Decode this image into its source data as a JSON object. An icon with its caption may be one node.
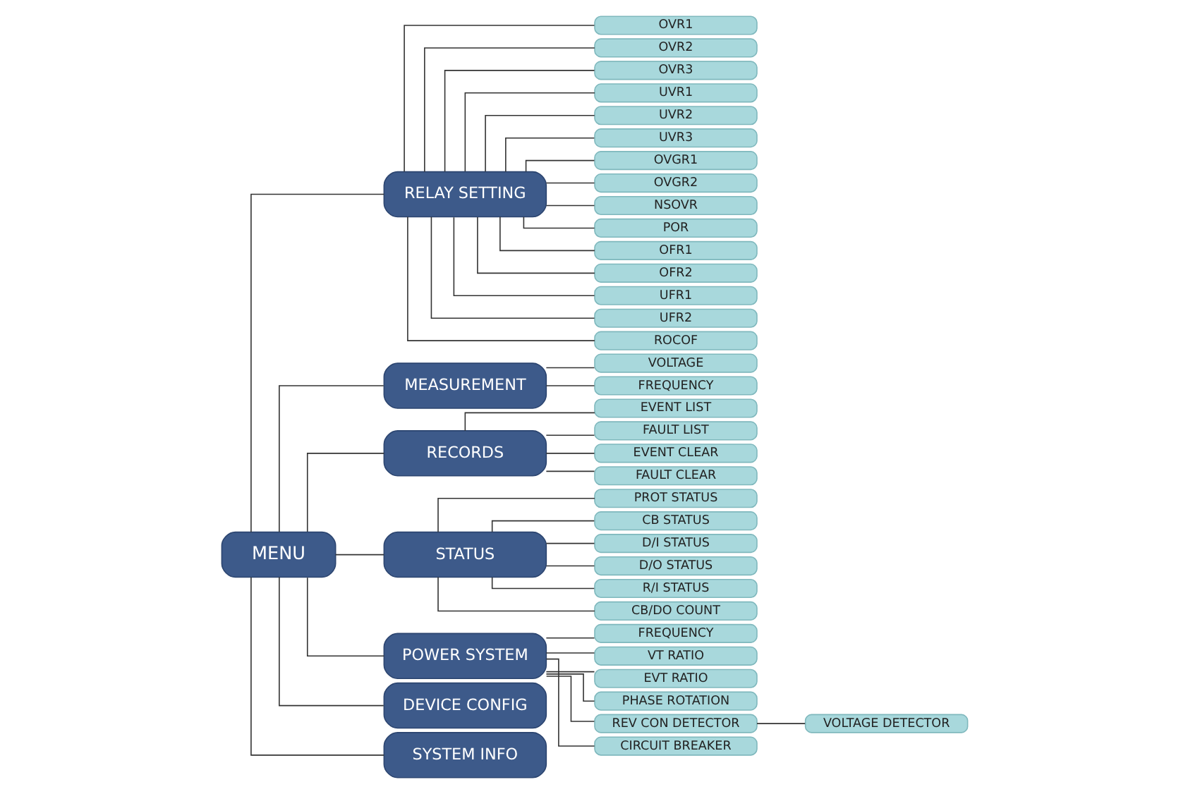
{
  "diagram": {
    "nodes": [
      {
        "text": [
          "MENU"
        ]
      },
      {
        "text": [
          "RELAY SETTING"
        ]
      },
      {
        "text": [
          "OVR1"
        ]
      },
      {
        "text": [
          "OVR2"
        ]
      },
      {
        "text": [
          "OVR3"
        ]
      },
      {
        "text": [
          "UVR1"
        ]
      },
      {
        "text": [
          "UVR2"
        ]
      },
      {
        "text": [
          "UVR3"
        ]
      },
      {
        "text": [
          "OVGR1"
        ]
      },
      {
        "text": [
          "OVGR2"
        ]
      },
      {
        "text": [
          "NSOVR"
        ]
      },
      {
        "text": [
          "POR"
        ]
      },
      {
        "text": [
          "OFR1"
        ]
      },
      {
        "text": [
          "OFR2"
        ]
      },
      {
        "text": [
          "UFR1"
        ]
      },
      {
        "text": [
          "UFR2"
        ]
      },
      {
        "text": [
          "ROCOF"
        ]
      },
      {
        "text": [
          "MEASUREMENT"
        ]
      },
      {
        "text": [
          "VOLTAGE"
        ]
      },
      {
        "text": [
          "FREQUENCY"
        ]
      },
      {
        "text": [
          "RECORDS"
        ]
      },
      {
        "text": [
          "EVENT LIST"
        ]
      },
      {
        "text": [
          "FAULT LIST"
        ]
      },
      {
        "text": [
          "EVENT CLEAR"
        ]
      },
      {
        "text": [
          "FAULT CLEAR"
        ]
      },
      {
        "text": [
          "STATUS"
        ]
      },
      {
        "text": [
          "PROT STATUS"
        ]
      },
      {
        "text": [
          "CB STATUS"
        ]
      },
      {
        "text": [
          "D/I STATUS"
        ]
      },
      {
        "text": [
          "D/O STATUS"
        ]
      },
      {
        "text": [
          "R/I STATUS"
        ]
      },
      {
        "text": [
          "CB/DO COUNT"
        ]
      },
      {
        "text": [
          "POWER SYSTEM"
        ]
      },
      {
        "text": [
          "FREQUENCY"
        ]
      },
      {
        "text": [
          "VT RATIO"
        ]
      },
      {
        "text": [
          "EVT RATIO"
        ]
      },
      {
        "text": [
          "PHASE ROTATION"
        ]
      },
      {
        "text": [
          "REV CON DETECTOR"
        ]
      },
      {
        "text": [
          "VOLTAGE DETECTOR"
        ]
      },
      {
        "text": [
          "CIRCUIT BREAKER"
        ]
      },
      {
        "text": [
          "DEVICE CONFIG"
        ]
      },
      {
        "text": [
          "SYSTEM INFO"
        ]
      }
    ],
    "edges": [
      {
        "from": 0,
        "to": 1,
        "arrow": "none"
      },
      {
        "from": 0,
        "to": 17,
        "arrow": "none"
      },
      {
        "from": 0,
        "to": 20,
        "arrow": "none"
      },
      {
        "from": 0,
        "to": 25,
        "arrow": "none"
      },
      {
        "from": 0,
        "to": 32,
        "arrow": "none"
      },
      {
        "from": 0,
        "to": 40,
        "arrow": "none"
      },
      {
        "from": 0,
        "to": 41,
        "arrow": "none"
      },
      {
        "from": 1,
        "to": 2,
        "arrow": "none"
      },
      {
        "from": 1,
        "to": 3,
        "arrow": "none"
      },
      {
        "from": 1,
        "to": 4,
        "arrow": "none"
      },
      {
        "from": 1,
        "to": 5,
        "arrow": "none"
      },
      {
        "from": 1,
        "to": 6,
        "arrow": "none"
      },
      {
        "from": 1,
        "to": 7,
        "arrow": "none"
      },
      {
        "from": 1,
        "to": 8,
        "arrow": "none"
      },
      {
        "from": 1,
        "to": 9,
        "arrow": "none"
      },
      {
        "from": 1,
        "to": 10,
        "arrow": "none"
      },
      {
        "from": 1,
        "to": 11,
        "arrow": "none"
      },
      {
        "from": 1,
        "to": 12,
        "arrow": "none"
      },
      {
        "from": 1,
        "to": 13,
        "arrow": "none"
      },
      {
        "from": 1,
        "to": 14,
        "arrow": "none"
      },
      {
        "from": 1,
        "to": 15,
        "arrow": "none"
      },
      {
        "from": 1,
        "to": 16,
        "arrow": "none"
      },
      {
        "from": 17,
        "to": 18,
        "arrow": "none"
      },
      {
        "from": 17,
        "to": 19,
        "arrow": "none"
      },
      {
        "from": 20,
        "to": 21,
        "arrow": "none"
      },
      {
        "from": 20,
        "to": 22,
        "arrow": "none"
      },
      {
        "from": 20,
        "to": 23,
        "arrow": "none"
      },
      {
        "from": 20,
        "to": 24,
        "arrow": "none"
      },
      {
        "from": 25,
        "to": 26,
        "arrow": "none"
      },
      {
        "from": 25,
        "to": 27,
        "arrow": "none"
      },
      {
        "from": 25,
        "to": 28,
        "arrow": "none"
      },
      {
        "from": 25,
        "to": 29,
        "arrow": "none"
      },
      {
        "from": 25,
        "to": 30,
        "arrow": "none"
      },
      {
        "from": 25,
        "to": 31,
        "arrow": "none"
      },
      {
        "from": 32,
        "to": 33,
        "arrow": "none"
      },
      {
        "from": 32,
        "to": 34,
        "arrow": "none"
      },
      {
        "from": 32,
        "to": 35,
        "arrow": "none"
      },
      {
        "from": 32,
        "to": 36,
        "arrow": "none"
      },
      {
        "from": 32,
        "to": 37,
        "arrow": "none"
      },
      {
        "from": 32,
        "to": 39,
        "arrow": "none"
      },
      {
        "from": 37,
        "to": 38,
        "arrow": "none"
      }
    ]
  }
}
